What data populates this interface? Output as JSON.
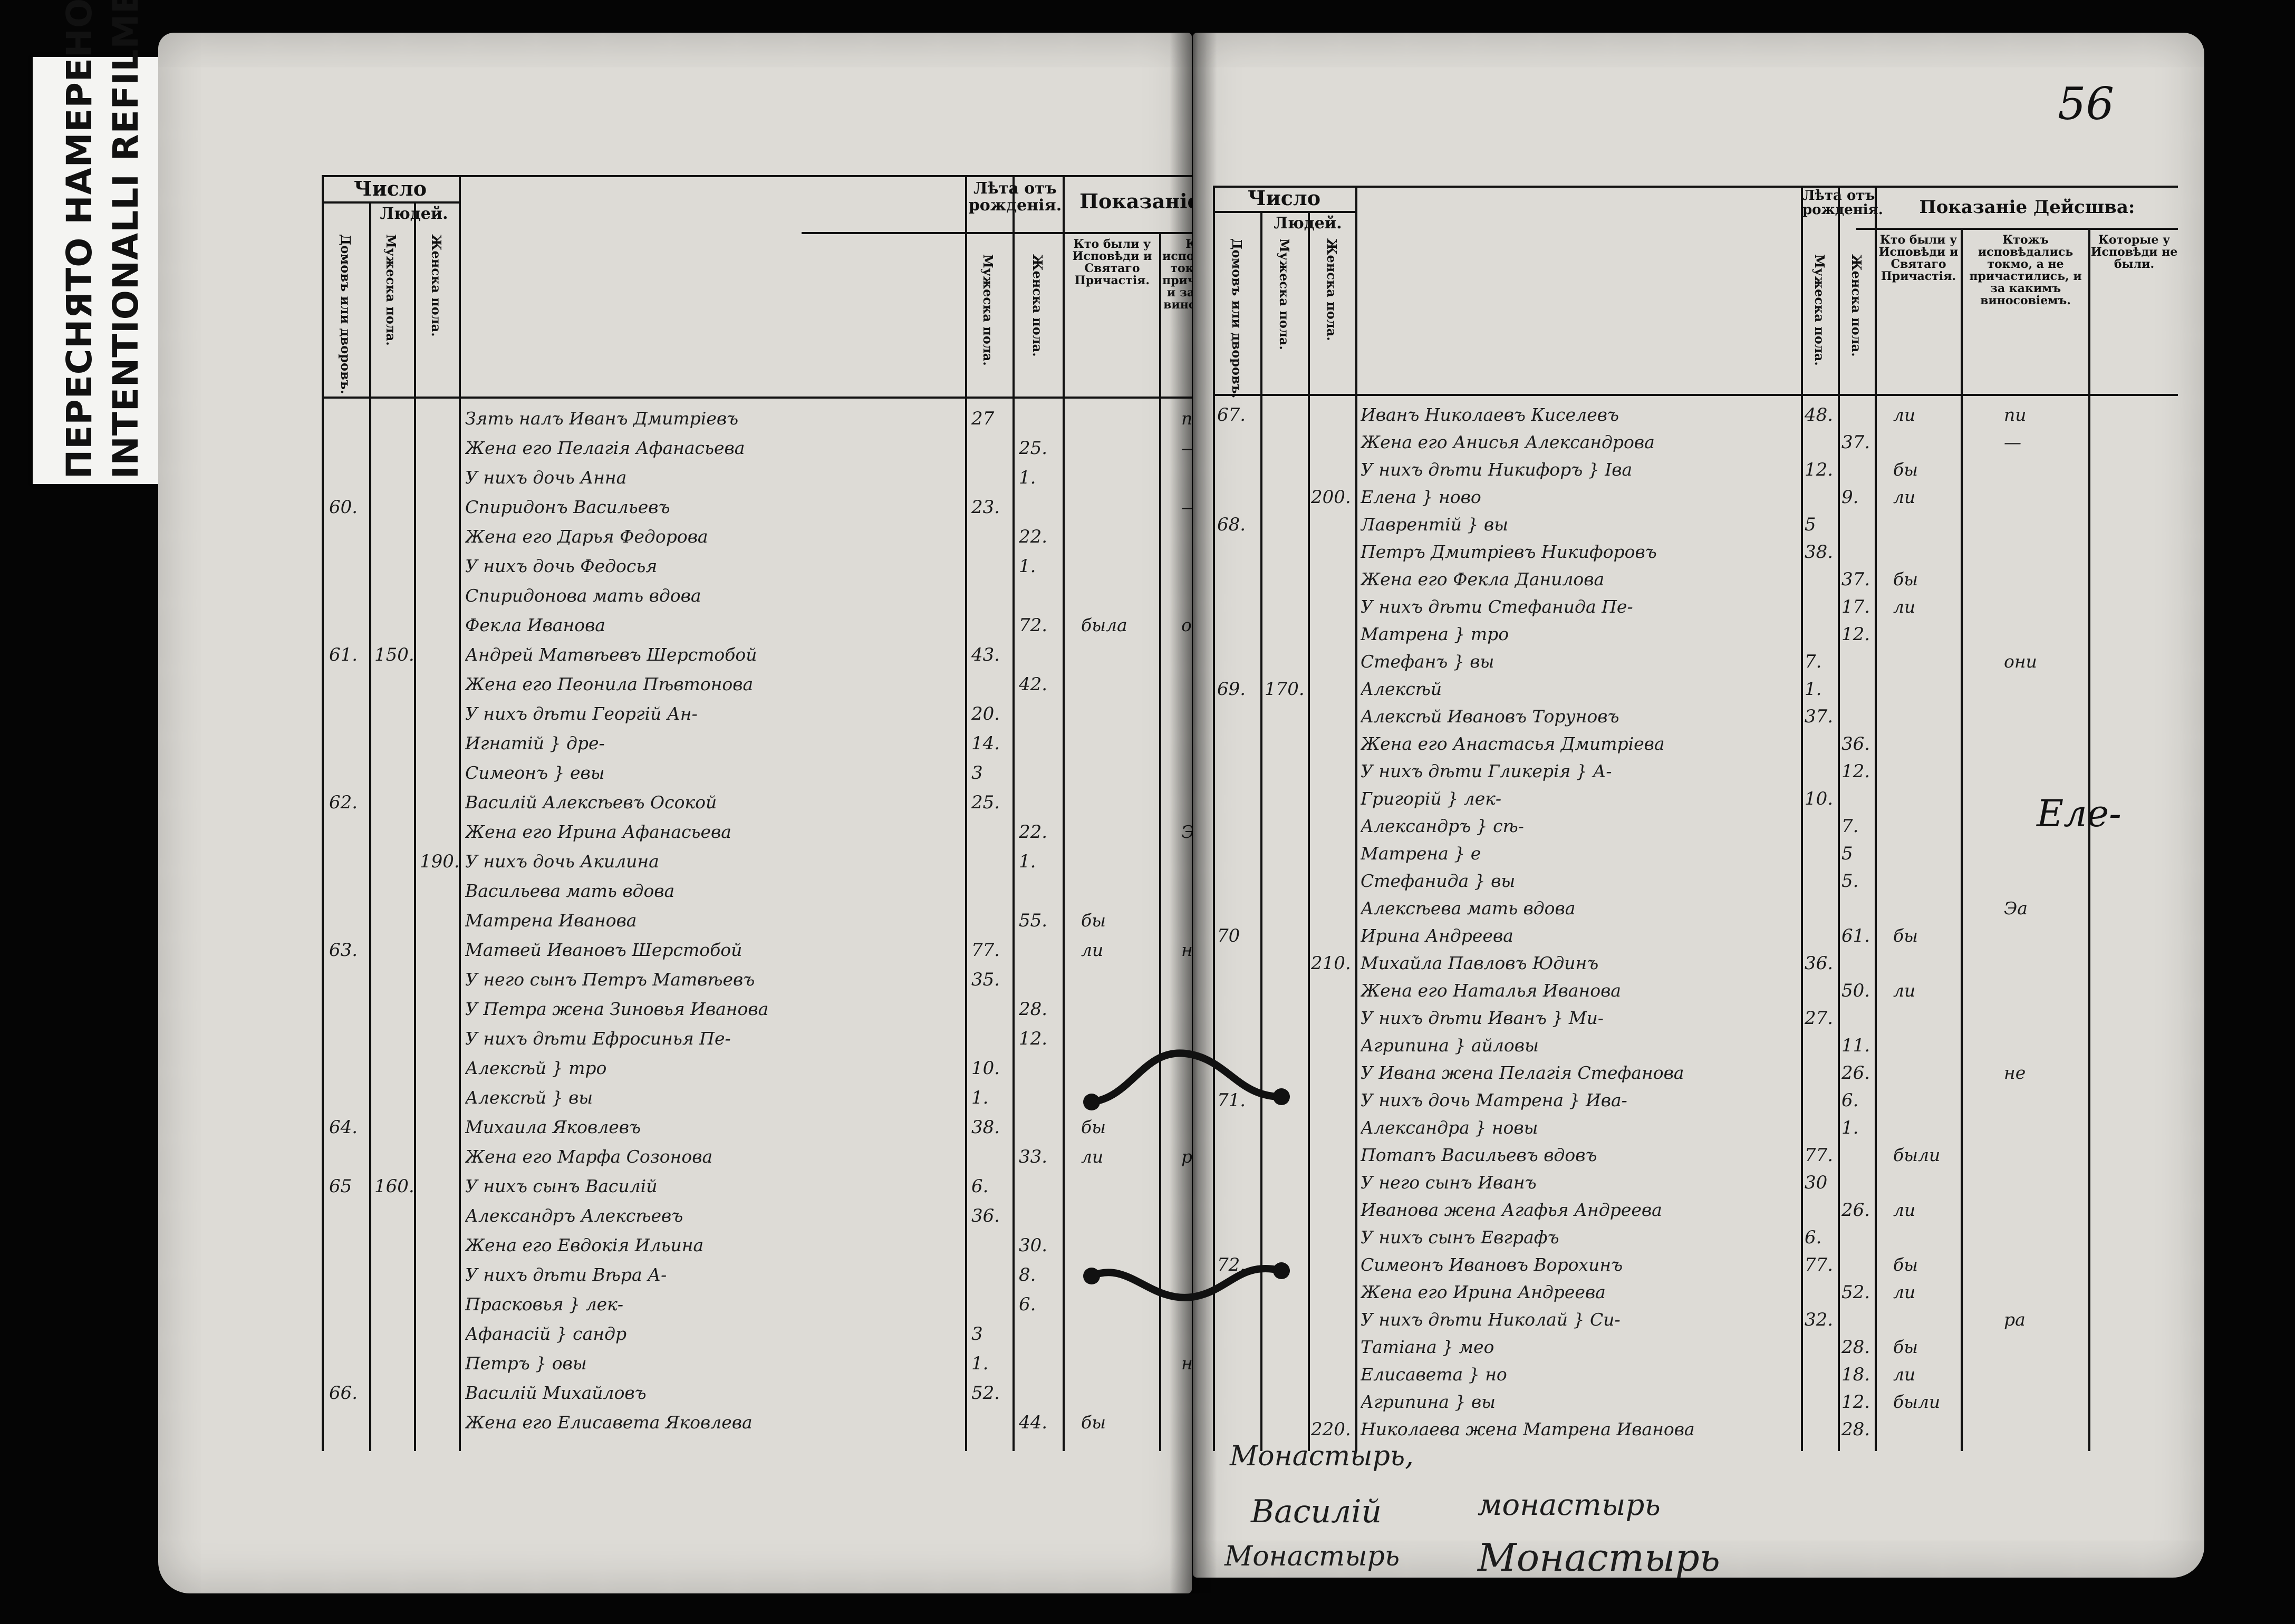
{
  "label": {
    "line1": "ПЕРЕСНЯТО НАМЕРЕНО",
    "line2": "INTENTIONALLI REFILMED"
  },
  "folio": "56",
  "headers": {
    "chislo": "Число",
    "lyudey": "Людей.",
    "domov": "Домовъ или дворовъ.",
    "muzh": "Мужеска пола.",
    "zhen": "Женска пола.",
    "leta": "Лѣта отъ рожденія.",
    "leta_right": "Лѣта отъ рожденія.",
    "pokazanie": "Показаніе дѣйства:",
    "pokazanie_right": "Показаніе Дейсшва:",
    "kto": "Кто были у Исповѣди и Святаго Причастія.",
    "ktozh": "Ктожъ исповѣдались токмо, а не причастились, и за какимъ виносовіемъ.",
    "kotorye": "Которые у Исповѣди не были."
  },
  "left_rows": [
    {
      "dom": "",
      "m": "",
      "z": "",
      "name": "Зять налъ Иванъ Дмитріевъ",
      "age_m": "27",
      "age_z": "",
      "kto": "",
      "ktozh": "пи",
      "kot": ""
    },
    {
      "dom": "",
      "m": "",
      "z": "",
      "name": "Жена его Пелагія Афанасьева",
      "age_m": "",
      "age_z": "25.",
      "kto": "",
      "ktozh": "—",
      "kot": ""
    },
    {
      "dom": "",
      "m": "",
      "z": "",
      "name": "У нихъ дочь Анна",
      "age_m": "",
      "age_z": "1.",
      "kto": "",
      "ktozh": "",
      "kot": ""
    },
    {
      "dom": "60.",
      "m": "",
      "z": "",
      "name": "Спиридонъ Васильевъ",
      "age_m": "23.",
      "age_z": "",
      "kto": "",
      "ktozh": "—",
      "kot": ""
    },
    {
      "dom": "",
      "m": "",
      "z": "",
      "name": "Жена его Дарья Федорова",
      "age_m": "",
      "age_z": "22.",
      "kto": "",
      "ktozh": "",
      "kot": ""
    },
    {
      "dom": "",
      "m": "",
      "z": "",
      "name": "У нихъ дочь Федосья",
      "age_m": "",
      "age_z": "1.",
      "kto": "",
      "ktozh": "",
      "kot": ""
    },
    {
      "dom": "",
      "m": "",
      "z": "",
      "name": "Спиридонова мать вдова",
      "age_m": "",
      "age_z": "",
      "kto": "",
      "ktozh": "",
      "kot": ""
    },
    {
      "dom": "",
      "m": "",
      "z": "",
      "name": "Фекла Иванова",
      "age_m": "",
      "age_z": "72.",
      "kto": "была",
      "ktozh": "они",
      "kot": ""
    },
    {
      "dom": "61.",
      "m": "150.",
      "z": "",
      "name": "Андрей Матвѣевъ Шерстобой",
      "age_m": "43.",
      "age_z": "",
      "kto": "",
      "ktozh": "",
      "kot": ""
    },
    {
      "dom": "",
      "m": "",
      "z": "",
      "name": "Жена его Пеонила Пѣвтонова",
      "age_m": "",
      "age_z": "42.",
      "kto": "",
      "ktozh": "",
      "kot": ""
    },
    {
      "dom": "",
      "m": "",
      "z": "",
      "name": "У нихъ дѣти Георгій Ан-",
      "age_m": "20.",
      "age_z": "",
      "kto": "",
      "ktozh": "",
      "kot": ""
    },
    {
      "dom": "",
      "m": "",
      "z": "",
      "name": "Игнатій } дре-",
      "age_m": "14.",
      "age_z": "",
      "kto": "",
      "ktozh": "",
      "kot": ""
    },
    {
      "dom": "",
      "m": "",
      "z": "",
      "name": "Симеонъ } евы",
      "age_m": "3",
      "age_z": "",
      "kto": "",
      "ktozh": "",
      "kot": ""
    },
    {
      "dom": "62.",
      "m": "",
      "z": "",
      "name": "Василій Алексѣевъ Осокой",
      "age_m": "25.",
      "age_z": "",
      "kto": "",
      "ktozh": "",
      "kot": ""
    },
    {
      "dom": "",
      "m": "",
      "z": "",
      "name": "Жена его Ирина Афанасьева",
      "age_m": "",
      "age_z": "22.",
      "kto": "",
      "ktozh": "Эа",
      "kot": ""
    },
    {
      "dom": "",
      "m": "",
      "z": "190.",
      "name": "У нихъ дочь Акилина",
      "age_m": "",
      "age_z": "1.",
      "kto": "",
      "ktozh": "",
      "kot": ""
    },
    {
      "dom": "",
      "m": "",
      "z": "",
      "name": "Васильева мать вдова",
      "age_m": "",
      "age_z": "",
      "kto": "",
      "ktozh": "",
      "kot": ""
    },
    {
      "dom": "",
      "m": "",
      "z": "",
      "name": "Матрена Иванова",
      "age_m": "",
      "age_z": "55.",
      "kto": "бы",
      "ktozh": "",
      "kot": ""
    },
    {
      "dom": "63.",
      "m": "",
      "z": "",
      "name": "Матвей Ивановъ Шерстобой",
      "age_m": "77.",
      "age_z": "",
      "kto": "ли",
      "ktozh": "не",
      "kot": ""
    },
    {
      "dom": "",
      "m": "",
      "z": "",
      "name": "У него сынъ Петръ Матвѣевъ",
      "age_m": "35.",
      "age_z": "",
      "kto": "",
      "ktozh": "",
      "kot": ""
    },
    {
      "dom": "",
      "m": "",
      "z": "",
      "name": "У Петра жена Зиновья Иванова",
      "age_m": "",
      "age_z": "28.",
      "kto": "",
      "ktozh": "",
      "kot": ""
    },
    {
      "dom": "",
      "m": "",
      "z": "",
      "name": "У нихъ дѣти Ефросинья Пе-",
      "age_m": "",
      "age_z": "12.",
      "kto": "",
      "ktozh": "",
      "kot": ""
    },
    {
      "dom": "",
      "m": "",
      "z": "",
      "name": "Алексѣй } тро",
      "age_m": "10.",
      "age_z": "",
      "kto": "",
      "ktozh": "",
      "kot": ""
    },
    {
      "dom": "",
      "m": "",
      "z": "",
      "name": "Алексѣй } вы",
      "age_m": "1.",
      "age_z": "",
      "kto": "",
      "ktozh": "",
      "kot": ""
    },
    {
      "dom": "64.",
      "m": "",
      "z": "",
      "name": "Михаила Яковлевъ",
      "age_m": "38.",
      "age_z": "",
      "kto": "бы",
      "ktozh": "",
      "kot": ""
    },
    {
      "dom": "",
      "m": "",
      "z": "",
      "name": "Жена его Марфа Созонова",
      "age_m": "",
      "age_z": "33.",
      "kto": "ли",
      "ktozh": "ра",
      "kot": ""
    },
    {
      "dom": "65",
      "m": "160.",
      "z": "",
      "name": "У нихъ сынъ Василій",
      "age_m": "6.",
      "age_z": "",
      "kto": "",
      "ktozh": "",
      "kot": ""
    },
    {
      "dom": "",
      "m": "",
      "z": "",
      "name": "Александръ Алексѣевъ",
      "age_m": "36.",
      "age_z": "",
      "kto": "",
      "ktozh": "",
      "kot": ""
    },
    {
      "dom": "",
      "m": "",
      "z": "",
      "name": "Жена его Евдокія Ильина",
      "age_m": "",
      "age_z": "30.",
      "kto": "",
      "ktozh": "",
      "kot": ""
    },
    {
      "dom": "",
      "m": "",
      "z": "",
      "name": "У нихъ дѣти Вѣра А-",
      "age_m": "",
      "age_z": "8.",
      "kto": "",
      "ktozh": "",
      "kot": ""
    },
    {
      "dom": "",
      "m": "",
      "z": "",
      "name": "Прасковья } лек-",
      "age_m": "",
      "age_z": "6.",
      "kto": "",
      "ktozh": "",
      "kot": ""
    },
    {
      "dom": "",
      "m": "",
      "z": "",
      "name": "Афанасій } сандр",
      "age_m": "3",
      "age_z": "",
      "kto": "",
      "ktozh": "",
      "kot": ""
    },
    {
      "dom": "",
      "m": "",
      "z": "",
      "name": "Петръ } овы",
      "age_m": "1.",
      "age_z": "",
      "kto": "",
      "ktozh": "не",
      "kot": ""
    },
    {
      "dom": "66.",
      "m": "",
      "z": "",
      "name": "Василій Михайловъ",
      "age_m": "52.",
      "age_z": "",
      "kto": "",
      "ktozh": "",
      "kot": ""
    },
    {
      "dom": "",
      "m": "",
      "z": "",
      "name": "Жена его Елисавета Яковлева",
      "age_m": "",
      "age_z": "44.",
      "kto": "бы",
      "ktozh": "",
      "kot": ""
    }
  ],
  "right_rows": [
    {
      "dom": "67.",
      "m": "",
      "z": "",
      "name": "Иванъ Николаевъ Киселевъ",
      "age_m": "48.",
      "age_z": "",
      "kto": "ли",
      "ktozh": "пи",
      "kot": ""
    },
    {
      "dom": "",
      "m": "",
      "z": "",
      "name": "Жена его Анисья Александрова",
      "age_m": "",
      "age_z": "37.",
      "kto": "",
      "ktozh": "—",
      "kot": ""
    },
    {
      "dom": "",
      "m": "",
      "z": "",
      "name": "У нихъ дѣти Никифоръ } Іва",
      "age_m": "12.",
      "age_z": "",
      "kto": "бы",
      "ktozh": "",
      "kot": ""
    },
    {
      "dom": "",
      "m": "",
      "z": "200.",
      "name": "Елена } ново",
      "age_m": "",
      "age_z": "9.",
      "kto": "ли",
      "ktozh": "",
      "kot": ""
    },
    {
      "dom": "68.",
      "m": "",
      "z": "",
      "name": "Лаврентій } вы",
      "age_m": "5",
      "age_z": "",
      "kto": "",
      "ktozh": "",
      "kot": ""
    },
    {
      "dom": "",
      "m": "",
      "z": "",
      "name": "Петръ Дмитріевъ Никифоровъ",
      "age_m": "38.",
      "age_z": "",
      "kto": "",
      "ktozh": "",
      "kot": ""
    },
    {
      "dom": "",
      "m": "",
      "z": "",
      "name": "Жена его Фекла Данилова",
      "age_m": "",
      "age_z": "37.",
      "kto": "бы",
      "ktozh": "",
      "kot": ""
    },
    {
      "dom": "",
      "m": "",
      "z": "",
      "name": "У нихъ дѣти Стефанида Пе-",
      "age_m": "",
      "age_z": "17.",
      "kto": "ли",
      "ktozh": "",
      "kot": ""
    },
    {
      "dom": "",
      "m": "",
      "z": "",
      "name": "Матрена } тро",
      "age_m": "",
      "age_z": "12.",
      "kto": "",
      "ktozh": "",
      "kot": ""
    },
    {
      "dom": "",
      "m": "",
      "z": "",
      "name": "Стефанъ } вы",
      "age_m": "7.",
      "age_z": "",
      "kto": "",
      "ktozh": "они",
      "kot": ""
    },
    {
      "dom": "69.",
      "m": "170.",
      "z": "",
      "name": "Алексѣй",
      "age_m": "1.",
      "age_z": "",
      "kto": "",
      "ktozh": "",
      "kot": ""
    },
    {
      "dom": "",
      "m": "",
      "z": "",
      "name": "Алексѣй Ивановъ Торуновъ",
      "age_m": "37.",
      "age_z": "",
      "kto": "",
      "ktozh": "",
      "kot": ""
    },
    {
      "dom": "",
      "m": "",
      "z": "",
      "name": "Жена его Анастасья Дмитріева",
      "age_m": "",
      "age_z": "36.",
      "kto": "",
      "ktozh": "",
      "kot": ""
    },
    {
      "dom": "",
      "m": "",
      "z": "",
      "name": "У нихъ дѣти Гликерія } А-",
      "age_m": "",
      "age_z": "12.",
      "kto": "",
      "ktozh": "",
      "kot": ""
    },
    {
      "dom": "",
      "m": "",
      "z": "",
      "name": "Григорій } лек-",
      "age_m": "10.",
      "age_z": "",
      "kto": "",
      "ktozh": "",
      "kot": ""
    },
    {
      "dom": "",
      "m": "",
      "z": "",
      "name": "Александръ } сѣ-",
      "age_m": "",
      "age_z": "7.",
      "kto": "",
      "ktozh": "",
      "kot": ""
    },
    {
      "dom": "",
      "m": "",
      "z": "",
      "name": "Матрена } е",
      "age_m": "",
      "age_z": "5",
      "kto": "",
      "ktozh": "",
      "kot": ""
    },
    {
      "dom": "",
      "m": "",
      "z": "",
      "name": "Стефанида } вы",
      "age_m": "",
      "age_z": "5.",
      "kto": "",
      "ktozh": "",
      "kot": ""
    },
    {
      "dom": "",
      "m": "",
      "z": "",
      "name": "Алексѣева мать вдова",
      "age_m": "",
      "age_z": "",
      "kto": "",
      "ktozh": "Эа",
      "kot": ""
    },
    {
      "dom": "70",
      "m": "",
      "z": "",
      "name": "Ирина Андреева",
      "age_m": "",
      "age_z": "61.",
      "kto": "бы",
      "ktozh": "",
      "kot": ""
    },
    {
      "dom": "",
      "m": "",
      "z": "210.",
      "name": "Михайла Павловъ Юдинъ",
      "age_m": "36.",
      "age_z": "",
      "kto": "",
      "ktozh": "",
      "kot": ""
    },
    {
      "dom": "",
      "m": "",
      "z": "",
      "name": "Жена его Наталья Иванова",
      "age_m": "",
      "age_z": "50.",
      "kto": "ли",
      "ktozh": "",
      "kot": ""
    },
    {
      "dom": "",
      "m": "",
      "z": "",
      "name": "У нихъ дѣти Иванъ } Ми-",
      "age_m": "27.",
      "age_z": "",
      "kto": "",
      "ktozh": "",
      "kot": ""
    },
    {
      "dom": "",
      "m": "",
      "z": "",
      "name": "Агрипина } айловы",
      "age_m": "",
      "age_z": "11.",
      "kto": "",
      "ktozh": "",
      "kot": ""
    },
    {
      "dom": "",
      "m": "",
      "z": "",
      "name": "У Ивана жена Пелагія Стефанова",
      "age_m": "",
      "age_z": "26.",
      "kto": "",
      "ktozh": "не",
      "kot": ""
    },
    {
      "dom": "71.",
      "m": "",
      "z": "",
      "name": "У нихъ дочь Матрена } Ива-",
      "age_m": "",
      "age_z": "6.",
      "kto": "",
      "ktozh": "",
      "kot": ""
    },
    {
      "dom": "",
      "m": "",
      "z": "",
      "name": "Александра } новы",
      "age_m": "",
      "age_z": "1.",
      "kto": "",
      "ktozh": "",
      "kot": ""
    },
    {
      "dom": "",
      "m": "",
      "z": "",
      "name": "Потапъ Васильевъ вдовъ",
      "age_m": "77.",
      "age_z": "",
      "kto": "были",
      "ktozh": "",
      "kot": ""
    },
    {
      "dom": "",
      "m": "",
      "z": "",
      "name": "У него сынъ Иванъ",
      "age_m": "30",
      "age_z": "",
      "kto": "",
      "ktozh": "",
      "kot": ""
    },
    {
      "dom": "",
      "m": "",
      "z": "",
      "name": "Иванова жена Агафья Андреева",
      "age_m": "",
      "age_z": "26.",
      "kto": "ли",
      "ktozh": "",
      "kot": ""
    },
    {
      "dom": "",
      "m": "",
      "z": "",
      "name": "У нихъ сынъ Евграфъ",
      "age_m": "6.",
      "age_z": "",
      "kto": "",
      "ktozh": "",
      "kot": ""
    },
    {
      "dom": "72.",
      "m": "",
      "z": "",
      "name": "Симеонъ Ивановъ Ворохинъ",
      "age_m": "77.",
      "age_z": "",
      "kto": "бы",
      "ktozh": "",
      "kot": ""
    },
    {
      "dom": "",
      "m": "",
      "z": "",
      "name": "Жена его Ирина Андреева",
      "age_m": "",
      "age_z": "52.",
      "kto": "ли",
      "ktozh": "",
      "kot": ""
    },
    {
      "dom": "",
      "m": "",
      "z": "",
      "name": "У нихъ дѣти Николай } Си-",
      "age_m": "32.",
      "age_z": "",
      "kto": "",
      "ktozh": "ра",
      "kot": ""
    },
    {
      "dom": "",
      "m": "",
      "z": "",
      "name": "Татіана } мео",
      "age_m": "",
      "age_z": "28.",
      "kto": "бы",
      "ktozh": "",
      "kot": ""
    },
    {
      "dom": "",
      "m": "",
      "z": "",
      "name": "Елисавета } но",
      "age_m": "",
      "age_z": "18.",
      "kto": "ли",
      "ktozh": "",
      "kot": ""
    },
    {
      "dom": "",
      "m": "",
      "z": "",
      "name": "Агрипина } вы",
      "age_m": "",
      "age_z": "12.",
      "kto": "были",
      "ktozh": "",
      "kot": ""
    },
    {
      "dom": "",
      "m": "",
      "z": "220.",
      "name": "Николаева жена Матрена Иванова",
      "age_m": "",
      "age_z": "28.",
      "kto": "",
      "ktozh": "",
      "kot": ""
    }
  ],
  "margin_note": "Еле-",
  "signatures": {
    "s1": "Монастырь,",
    "s2": "Василій",
    "s3": "монастырь",
    "s4": "Монастырь",
    "s5": "Монастырь"
  }
}
